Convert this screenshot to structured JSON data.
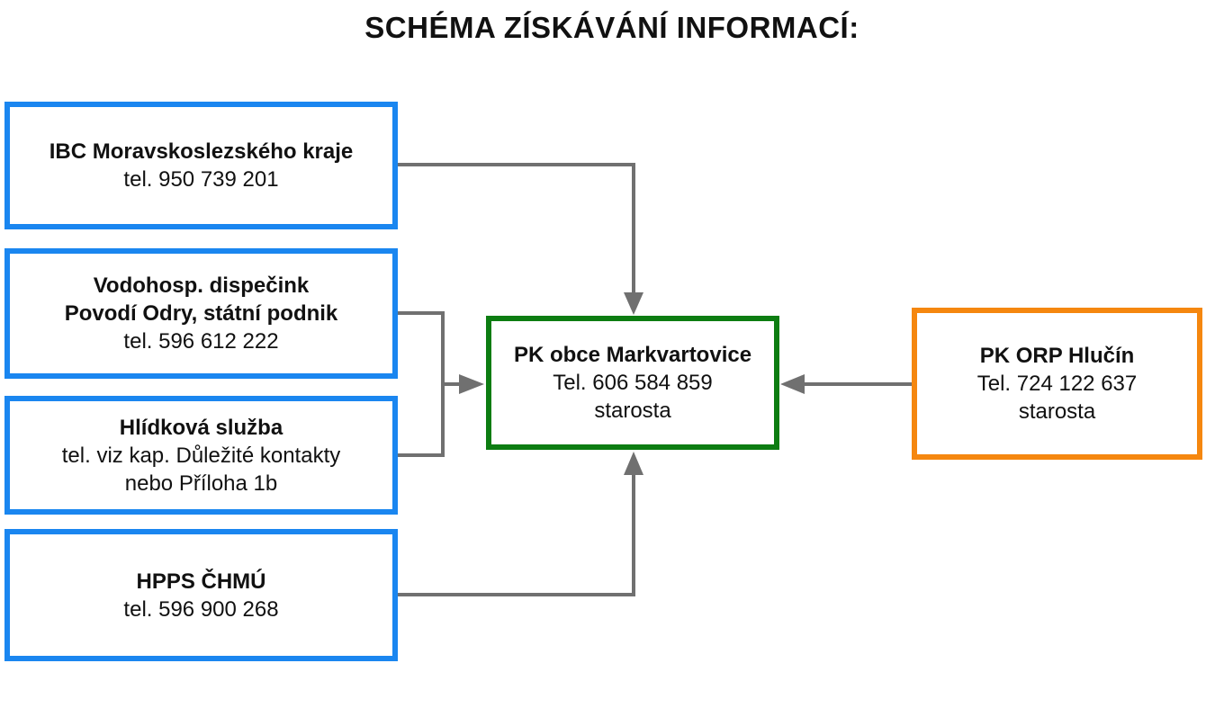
{
  "title": "SCHÉMA ZÍSKÁVÁNÍ INFORMACÍ:",
  "colors": {
    "source_border": "#1a86f0",
    "central_border": "#0d7d12",
    "orp_border": "#f5870f",
    "arrow": "#707070"
  },
  "nodes": {
    "ibc": {
      "name": "IBC Moravskoslezského kraje",
      "lines": [
        "tel. 950 739 201"
      ]
    },
    "vodohosp": {
      "name_lines": [
        "Vodohosp. dispečink",
        "Povodí Odry, státní podnik"
      ],
      "lines": [
        "tel. 596 612 222"
      ]
    },
    "hlidkova": {
      "name": "Hlídková služba",
      "lines": [
        "tel. viz kap. Důležité kontakty",
        "nebo Příloha 1b"
      ]
    },
    "hpps": {
      "name": "HPPS ČHMÚ",
      "lines": [
        "tel. 596 900 268"
      ]
    },
    "pk_obce": {
      "name": "PK obce Markvartovice",
      "lines": [
        "Tel. 606 584 859",
        "starosta"
      ]
    },
    "pk_orp": {
      "name": "PK ORP Hlučín",
      "lines": [
        "Tel. 724 122 637",
        "starosta"
      ]
    }
  },
  "edges": [
    {
      "from": "ibc",
      "to": "pk_obce"
    },
    {
      "from": "vodohosp",
      "to": "pk_obce"
    },
    {
      "from": "hlidkova",
      "to": "pk_obce"
    },
    {
      "from": "hpps",
      "to": "pk_obce"
    },
    {
      "from": "pk_orp",
      "to": "pk_obce"
    }
  ]
}
